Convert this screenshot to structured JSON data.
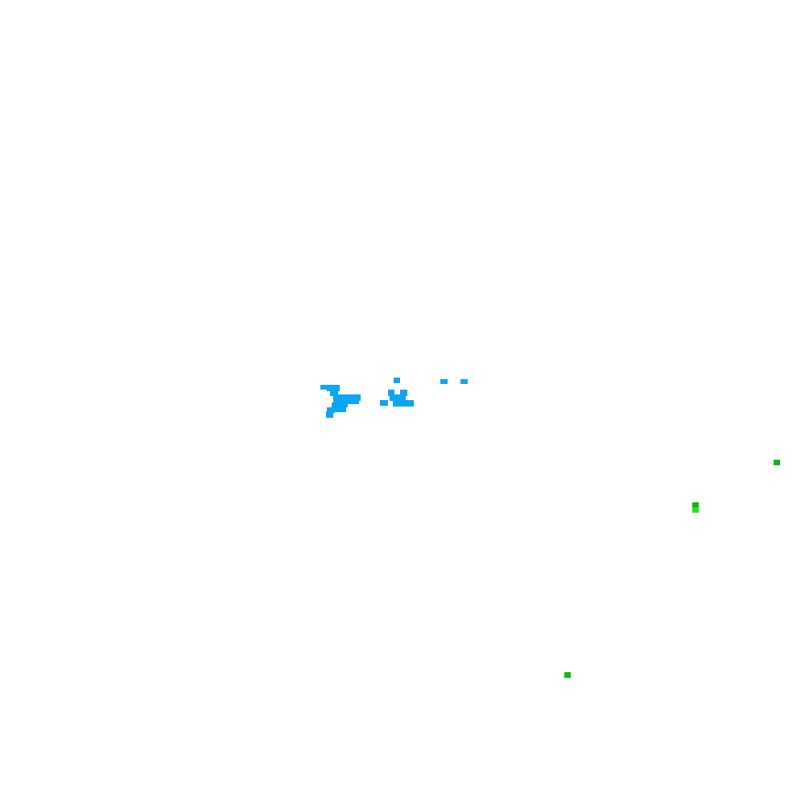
{
  "colors": {
    "background": "#ffffff",
    "blue": "#0ea5f2",
    "green_dark": "#11b811",
    "green_light": "#22e822"
  },
  "cell_groups": [
    {
      "name": "blue-cluster-left",
      "color": "blue"
    },
    {
      "name": "blue-cluster-middle",
      "color": "blue"
    },
    {
      "name": "blue-specks-right",
      "color": "blue"
    },
    {
      "name": "green-speck-right-edge",
      "color": "green_dark"
    },
    {
      "name": "green-speck-mid-right",
      "color": "green_light"
    },
    {
      "name": "green-speck-bottom",
      "color": "green_dark"
    }
  ]
}
